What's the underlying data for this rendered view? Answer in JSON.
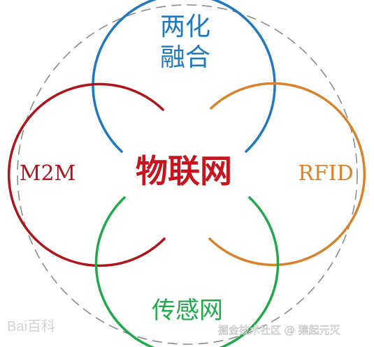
{
  "center_label": "物联网",
  "labels": {
    "top": "两化",
    "top_line2": "融合",
    "left": "M2M",
    "right": "RFID",
    "bottom": "传感网"
  },
  "colors": {
    "center": "#c8141e",
    "top": "#1f78c0",
    "left": "#b0141c",
    "right": "#d9822b",
    "bottom": "#20a84c",
    "outer_dashed": "#8c8c8c"
  },
  "watermarks": {
    "left": "Bai百科",
    "right": "掘金技术社区 @ 猿起元灭"
  }
}
